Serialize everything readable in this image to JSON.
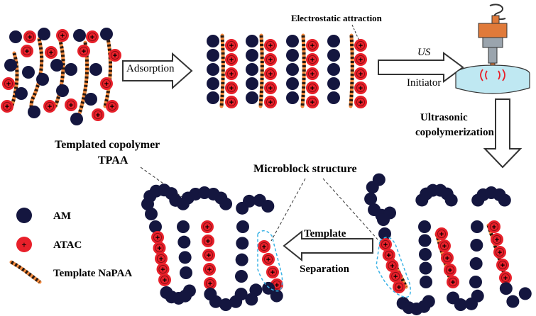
{
  "labels": {
    "adsorption": "Adsorption",
    "electrostatic": "Electrostatic attraction",
    "us": "US",
    "initiator": "Initiator",
    "ultrasonic_1": "Ultrasonic",
    "ultrasonic_2": "copolymerization",
    "templated_1": "Templated copolymer",
    "templated_2": "TPAA",
    "microblock": "Microblock  structure",
    "template": "Template",
    "separation": "Separation"
  },
  "legend": [
    {
      "label": "AM"
    },
    {
      "label": "ATAC"
    },
    {
      "label": "Template  NaPAA"
    }
  ],
  "plus_sign": "+",
  "colors": {
    "am": "#14163f",
    "atac": "#e8202a",
    "template_orange": "#f28a3e",
    "template_dash": "#2b1a10",
    "dashed_outline": "#3ab3e6",
    "arrow_stroke": "#333333",
    "device_orange": "#e07a3a",
    "device_gray": "#9aa4ad",
    "water": "#bfe8f2"
  }
}
